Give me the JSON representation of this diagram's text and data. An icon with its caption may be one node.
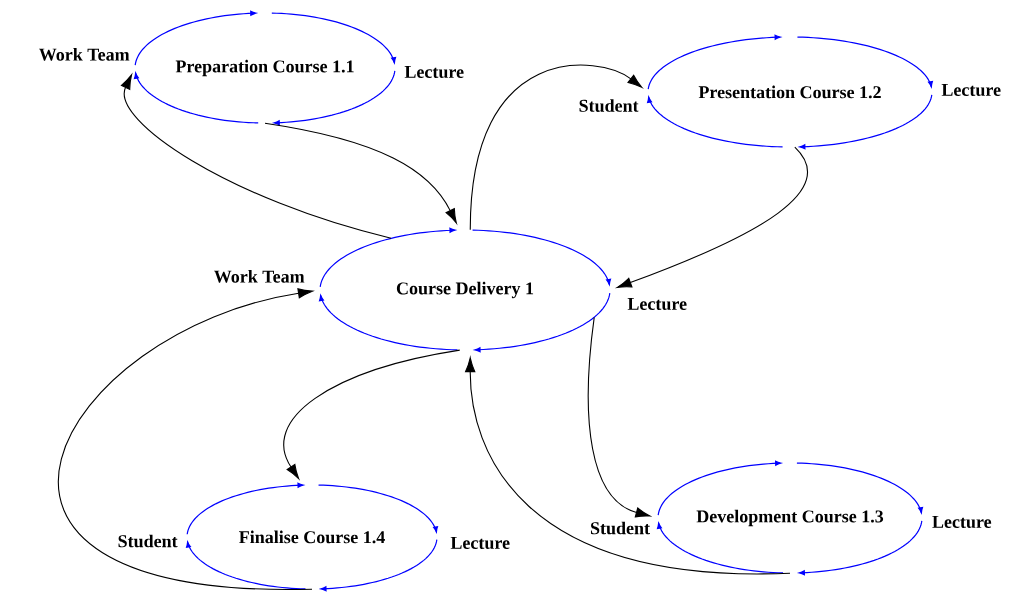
{
  "diagram": {
    "nodes": [
      {
        "text": [
          "Preparation Course 1.1"
        ],
        "beside": [
          "Work Team",
          "Lecture"
        ]
      },
      {
        "text": [
          "Presentation Course 1.2"
        ],
        "beside": [
          "Student",
          "Lecture"
        ]
      },
      {
        "text": [
          "Course Delivery 1"
        ],
        "beside": [
          "Work Team",
          "Lecture"
        ]
      },
      {
        "text": [
          "Development Course 1.3"
        ],
        "beside": [
          "Student",
          "Lecture"
        ]
      },
      {
        "text": [
          "Finalise Course 1.4"
        ],
        "beside": [
          "Student",
          "Lecture"
        ]
      }
    ],
    "edges": [
      {
        "from": 0,
        "to": 2,
        "arrow": "to"
      },
      {
        "from": 2,
        "to": 0,
        "arrow": "to"
      },
      {
        "from": 2,
        "to": 1,
        "arrow": "to"
      },
      {
        "from": 1,
        "to": 2,
        "arrow": "to"
      },
      {
        "from": 2,
        "to": 3,
        "arrow": "to"
      },
      {
        "from": 3,
        "to": 2,
        "arrow": "to"
      },
      {
        "from": 2,
        "to": 4,
        "arrow": "to"
      },
      {
        "from": 4,
        "to": 2,
        "arrow": "to"
      }
    ]
  }
}
